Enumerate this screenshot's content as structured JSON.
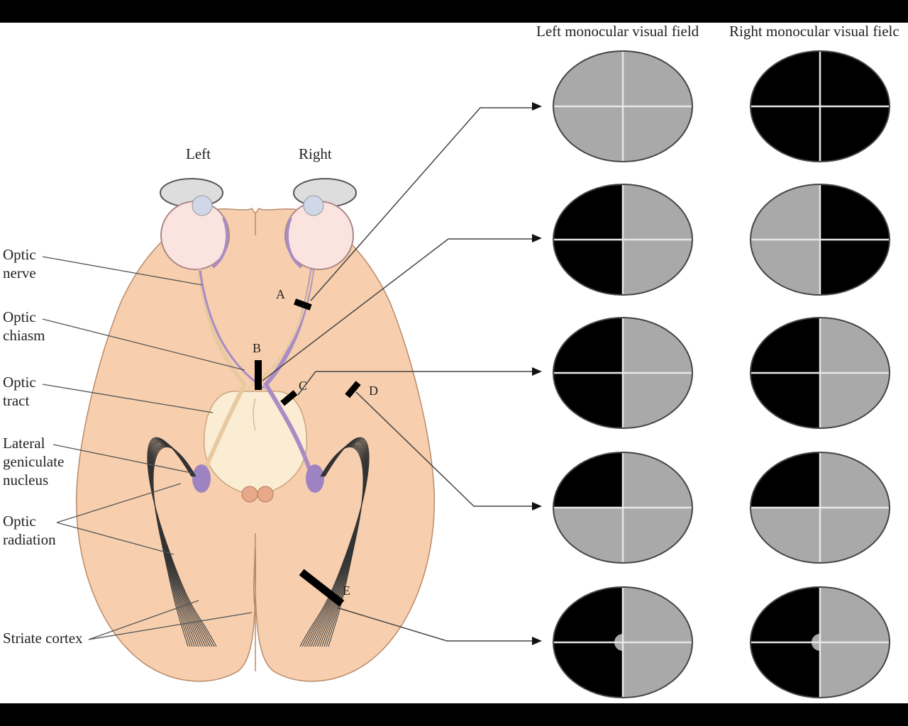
{
  "headers": {
    "left_field": "Left monocular visual field",
    "right_field": "Right monocular visual fielc"
  },
  "side_labels": {
    "left": "Left",
    "right": "Right"
  },
  "structure_labels": {
    "optic_nerve": [
      "Optic",
      "nerve"
    ],
    "optic_chiasm": [
      "Optic",
      "chiasm"
    ],
    "optic_tract": [
      "Optic",
      "tract"
    ],
    "lgn": [
      "Lateral",
      "geniculate",
      "nucleus"
    ],
    "optic_radiation": [
      "Optic",
      "radiation"
    ],
    "striate_cortex": "Striate cortex"
  },
  "lesion_labels": [
    "A",
    "B",
    "C",
    "D",
    "E"
  ],
  "colors": {
    "brain": "#f7cfae",
    "brain_outline": "#b88a6a",
    "midbrain": "#fbecd4",
    "optic_pathway": "#a98cc4",
    "lgn": "#9d83c2",
    "field_blind": "#000000",
    "field_seen": "#a9a9a9",
    "lesion_bar": "#000000"
  },
  "visual_fields": [
    {
      "lesion": "A",
      "left": {
        "ul": "seen",
        "ur": "seen",
        "ll": "seen",
        "lr": "seen",
        "macular_sparing": false
      },
      "right": {
        "ul": "blind",
        "ur": "blind",
        "ll": "blind",
        "lr": "blind",
        "macular_sparing": false
      }
    },
    {
      "lesion": "B",
      "left": {
        "ul": "blind",
        "ur": "seen",
        "ll": "blind",
        "lr": "seen",
        "macular_sparing": false
      },
      "right": {
        "ul": "seen",
        "ur": "blind",
        "ll": "seen",
        "lr": "blind",
        "macular_sparing": false
      }
    },
    {
      "lesion": "C",
      "left": {
        "ul": "blind",
        "ur": "seen",
        "ll": "blind",
        "lr": "seen",
        "macular_sparing": false
      },
      "right": {
        "ul": "blind",
        "ur": "seen",
        "ll": "blind",
        "lr": "seen",
        "macular_sparing": false
      }
    },
    {
      "lesion": "D",
      "left": {
        "ul": "blind",
        "ur": "seen",
        "ll": "seen",
        "lr": "seen",
        "macular_sparing": false
      },
      "right": {
        "ul": "blind",
        "ur": "seen",
        "ll": "seen",
        "lr": "seen",
        "macular_sparing": false
      }
    },
    {
      "lesion": "E",
      "left": {
        "ul": "blind",
        "ur": "seen",
        "ll": "blind",
        "lr": "seen",
        "macular_sparing": true
      },
      "right": {
        "ul": "blind",
        "ur": "seen",
        "ll": "blind",
        "lr": "seen",
        "macular_sparing": true
      }
    }
  ]
}
